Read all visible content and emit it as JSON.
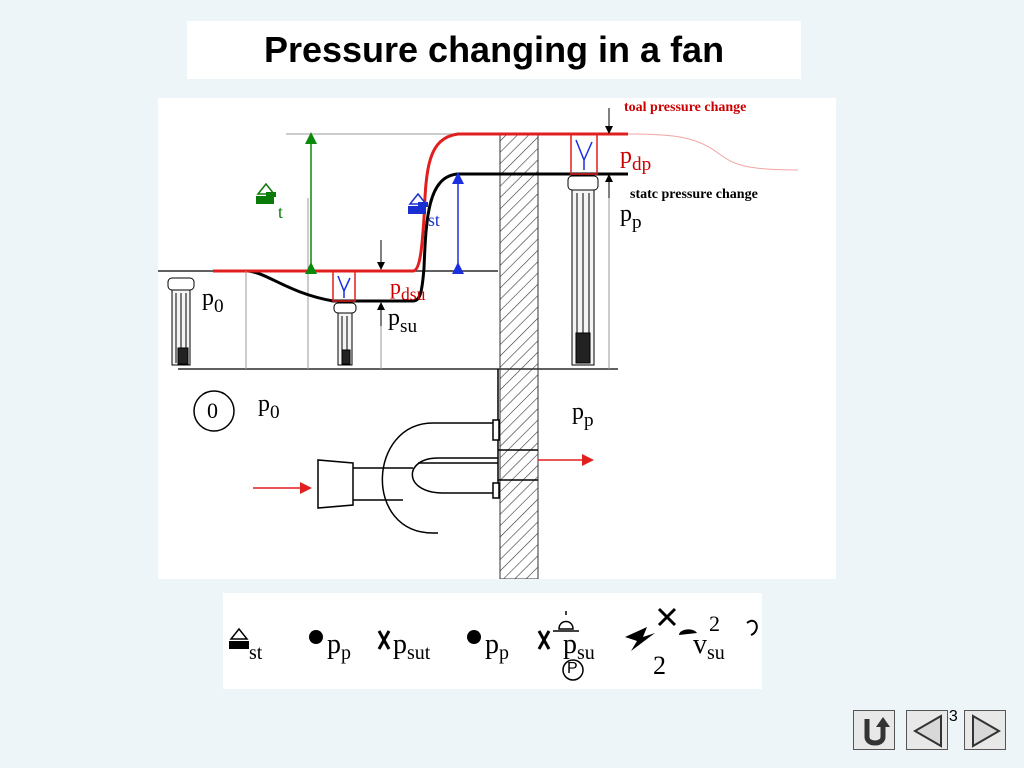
{
  "title": "Pressure changing in a fan",
  "labels": {
    "total_pressure_change": "toal pressure change",
    "static_pressure_change": "statc pressure change",
    "p_dp_base": "p",
    "p_dp_sub": "dp",
    "p_dsu_base": "p",
    "p_dsu_sub": "dsu",
    "p_su_base": "p",
    "p_su_sub": "su",
    "p0_base": "p",
    "p0_sub": "0",
    "pp_base": "p",
    "pp_sub": "p",
    "dpt_sub": "t",
    "dpst_sub": "st",
    "circle_zero": "0"
  },
  "formula": {
    "t1_sub": "st",
    "t2_base": "p",
    "t2_sub": "p",
    "t3_base": "p",
    "t3_sub": "sut",
    "t4_base": "p",
    "t4_sub": "p",
    "t5_base": "p",
    "t5_sub": "su",
    "t5_mark": "P",
    "t6_num": "2",
    "t6_den": "2",
    "t6_base": "v",
    "t6_sub": "su"
  },
  "page_number": "33",
  "colors": {
    "total_line": "#e11f1f",
    "static_line": "#000000",
    "arrow_green": "#0a8a0a",
    "arrow_blue": "#1a2fe0",
    "red_text": "#cc0000",
    "icon_green": "#0a7a0a",
    "icon_blue": "#1a2fd0",
    "hatch": "#333333"
  }
}
